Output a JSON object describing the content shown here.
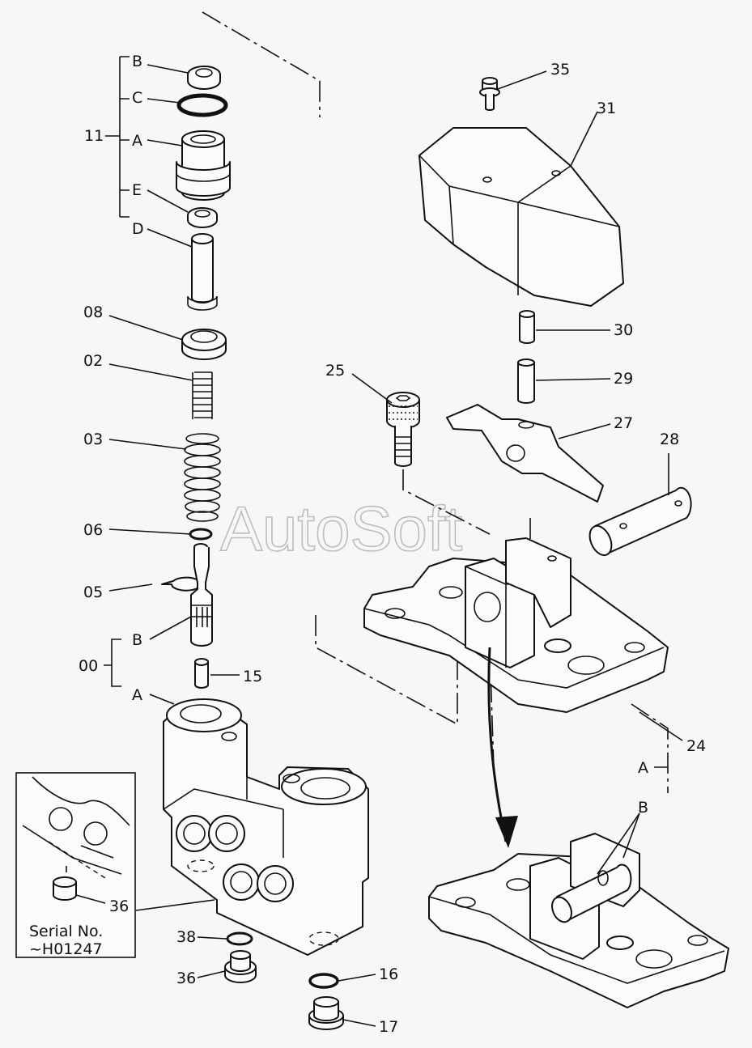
{
  "watermark": "AutoSoft",
  "callouts": {
    "c11": "11",
    "c11_b": "B",
    "c11_c": "C",
    "c11_a": "A",
    "c11_e": "E",
    "c11_d": "D",
    "c08": "08",
    "c02": "02",
    "c03": "03",
    "c06": "06",
    "c05": "05",
    "c00": "00",
    "c00_b": "B",
    "c00_a": "A",
    "c15": "15",
    "c35": "35",
    "c31": "31",
    "c30": "30",
    "c29": "29",
    "c25": "25",
    "c27": "27",
    "c28": "28",
    "c24": "24",
    "c24_a": "A",
    "c24_b": "B",
    "c36_inset": "36",
    "c38": "38",
    "c36": "36",
    "c16": "16",
    "c17": "17"
  },
  "inset": {
    "serial_label": "Serial No.",
    "serial_range": "~H01247"
  }
}
